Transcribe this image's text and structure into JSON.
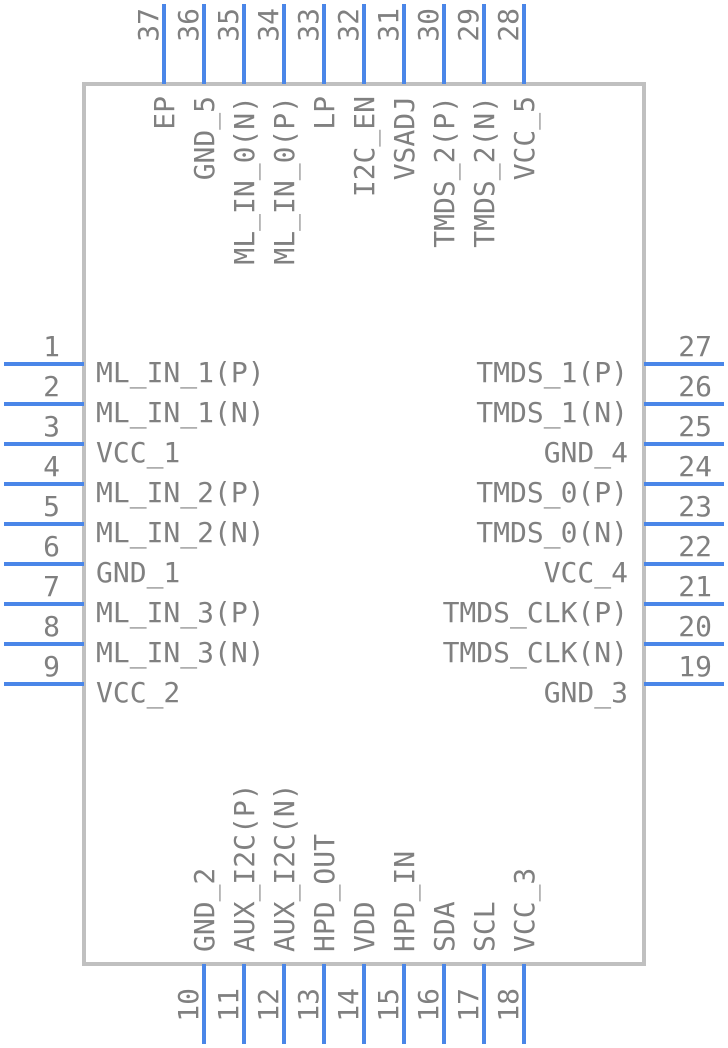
{
  "colors": {
    "pin": "#4a86e8",
    "body_outline": "#c0c0c0",
    "text": "#808080",
    "background": "#ffffff"
  },
  "pins": {
    "left": [
      {
        "num": "1",
        "label": "ML_IN_1(P)"
      },
      {
        "num": "2",
        "label": "ML_IN_1(N)"
      },
      {
        "num": "3",
        "label": "VCC_1"
      },
      {
        "num": "4",
        "label": "ML_IN_2(P)"
      },
      {
        "num": "5",
        "label": "ML_IN_2(N)"
      },
      {
        "num": "6",
        "label": "GND_1"
      },
      {
        "num": "7",
        "label": "ML_IN_3(P)"
      },
      {
        "num": "8",
        "label": "ML_IN_3(N)"
      },
      {
        "num": "9",
        "label": "VCC_2"
      }
    ],
    "right": [
      {
        "num": "27",
        "label": "TMDS_1(P)"
      },
      {
        "num": "26",
        "label": "TMDS_1(N)"
      },
      {
        "num": "25",
        "label": "GND_4"
      },
      {
        "num": "24",
        "label": "TMDS_0(P)"
      },
      {
        "num": "23",
        "label": "TMDS_0(N)"
      },
      {
        "num": "22",
        "label": "VCC_4"
      },
      {
        "num": "21",
        "label": "TMDS_CLK(P)"
      },
      {
        "num": "20",
        "label": "TMDS_CLK(N)"
      },
      {
        "num": "19",
        "label": "GND_3"
      }
    ],
    "top": [
      {
        "num": "37",
        "label": "EP"
      },
      {
        "num": "36",
        "label": "GND_5"
      },
      {
        "num": "35",
        "label": "ML_IN_0(N)"
      },
      {
        "num": "34",
        "label": "ML_IN_0(P)"
      },
      {
        "num": "33",
        "label": "LP"
      },
      {
        "num": "32",
        "label": "I2C_EN"
      },
      {
        "num": "31",
        "label": "VSADJ"
      },
      {
        "num": "30",
        "label": "TMDS_2(P)"
      },
      {
        "num": "29",
        "label": "TMDS_2(N)"
      },
      {
        "num": "28",
        "label": "VCC_5"
      }
    ],
    "bottom": [
      {
        "num": "10",
        "label": "GND_2"
      },
      {
        "num": "11",
        "label": "AUX_I2C(P)"
      },
      {
        "num": "12",
        "label": "AUX_I2C(N)"
      },
      {
        "num": "13",
        "label": "HPD_OUT"
      },
      {
        "num": "14",
        "label": "VDD"
      },
      {
        "num": "15",
        "label": "HPD_IN"
      },
      {
        "num": "16",
        "label": "SDA"
      },
      {
        "num": "17",
        "label": "SCL"
      },
      {
        "num": "18",
        "label": "VCC_3"
      }
    ]
  }
}
